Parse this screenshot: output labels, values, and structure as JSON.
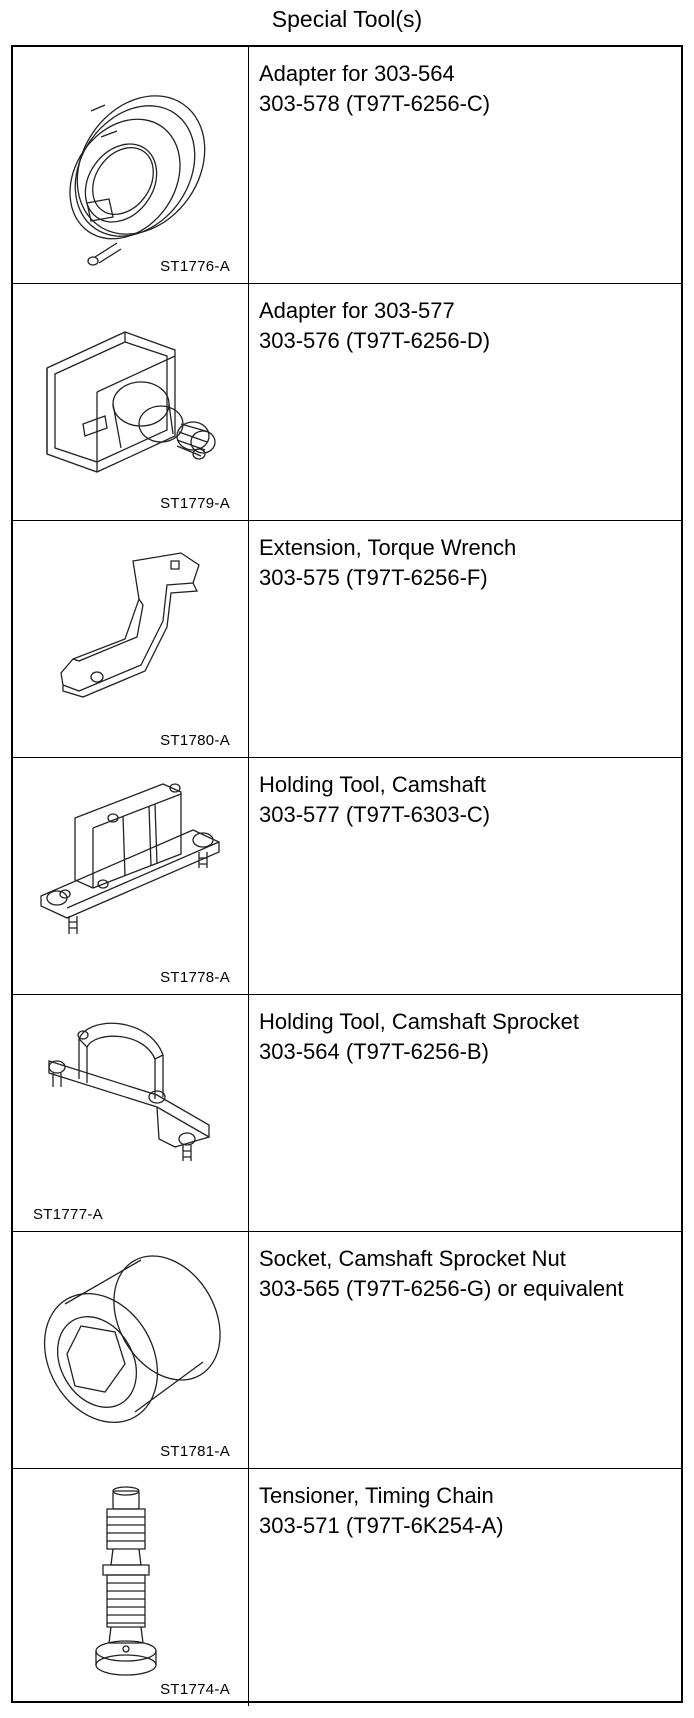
{
  "header": {
    "title": "Special Tool(s)"
  },
  "tools": [
    {
      "code": "ST1776-A",
      "name": "Adapter for 303-564",
      "number": "303-578 (T97T-6256-C)",
      "icon": "adapter-ring-icon"
    },
    {
      "code": "ST1779-A",
      "name": "Adapter for 303-577",
      "number": "303-576 (T97T-6256-D)",
      "icon": "adapter-block-icon"
    },
    {
      "code": "ST1780-A",
      "name": "Extension, Torque Wrench",
      "number": "303-575 (T97T-6256-F)",
      "icon": "torque-extension-icon"
    },
    {
      "code": "ST1778-A",
      "name": "Holding Tool, Camshaft",
      "number": "303-577 (T97T-6303-C)",
      "icon": "camshaft-holder-icon"
    },
    {
      "code": "ST1777-A",
      "name": "Holding Tool, Camshaft Sprocket",
      "number": "303-564 (T97T-6256-B)",
      "icon": "sprocket-holder-icon"
    },
    {
      "code": "ST1781-A",
      "name": "Socket, Camshaft Sprocket Nut",
      "number": "303-565 (T97T-6256-G) or equivalent",
      "icon": "socket-icon"
    },
    {
      "code": "ST1774-A",
      "name": "Tensioner, Timing Chain",
      "number": "303-571 (T97T-6K254-A)",
      "icon": "tensioner-icon"
    }
  ]
}
